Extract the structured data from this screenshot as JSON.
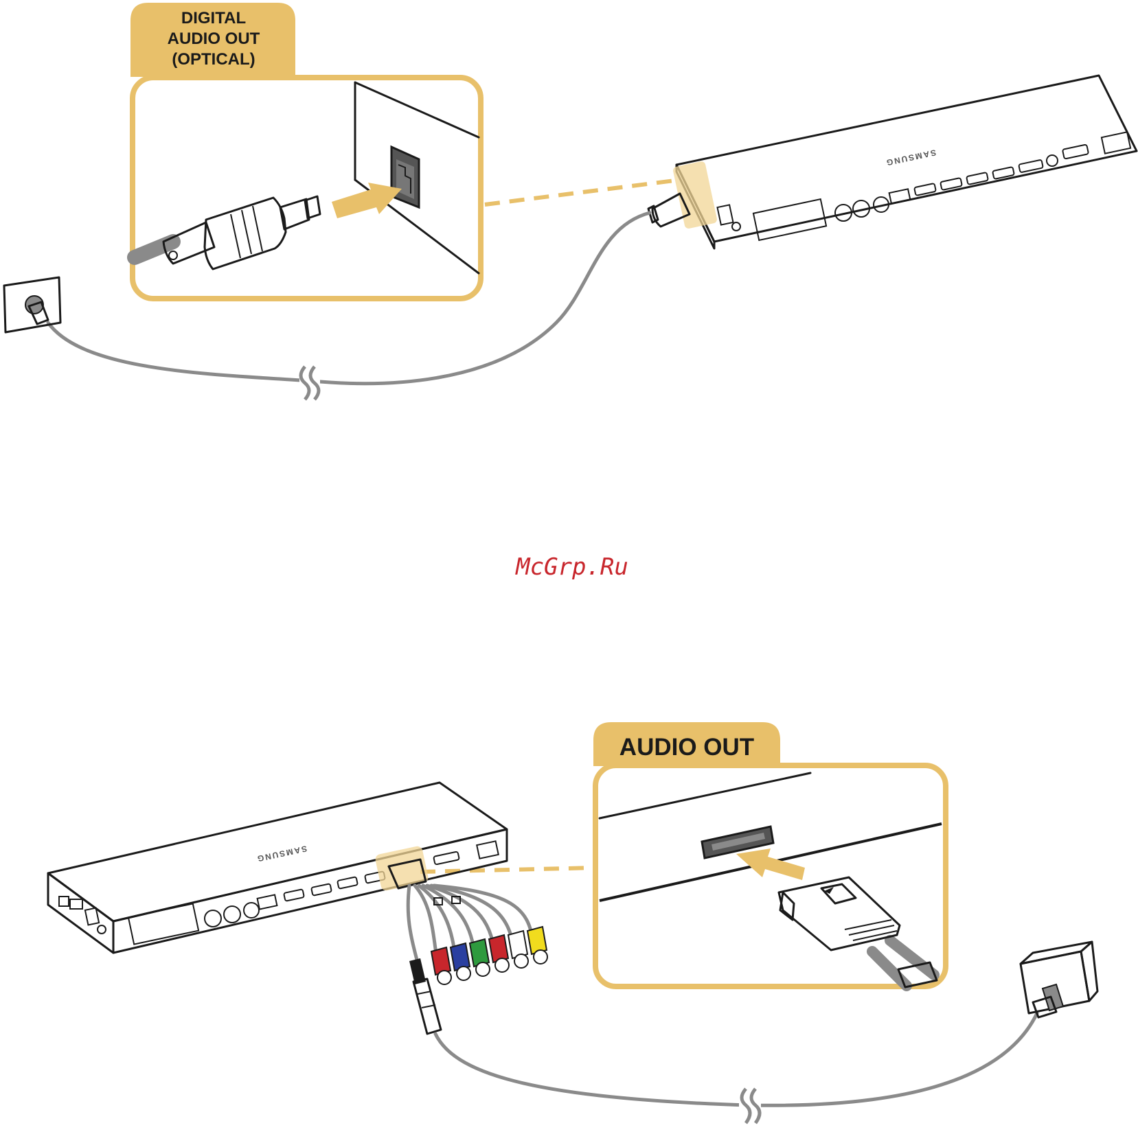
{
  "colors": {
    "accent": "#e8c06a",
    "accent_fill": "#e8c06a",
    "highlight": "#f2d595",
    "cable": "#8a8a8a",
    "watermark": "#c8262c"
  },
  "top_panel": {
    "tab_lines": [
      "DIGITAL",
      "AUDIO OUT",
      "(OPTICAL)"
    ],
    "device_brand": "SAMSUNG"
  },
  "watermark": {
    "text": "McGrp.Ru"
  },
  "bottom_panel": {
    "tab_label": "AUDIO OUT",
    "device_brand": "SAMSUNG",
    "rca_plug_colors": [
      "#c8262c",
      "#2a3fa0",
      "#2e9a3e",
      "#c8262c",
      "#ffffff",
      "#f1dc1e"
    ],
    "rca_plug_names": [
      "red",
      "blue",
      "green",
      "red",
      "white",
      "yellow"
    ]
  },
  "icons": [
    "optical-plug-icon",
    "wall-outlet-icon",
    "insert-arrow-icon",
    "audio-adapter-icon",
    "cable-break-icon"
  ]
}
